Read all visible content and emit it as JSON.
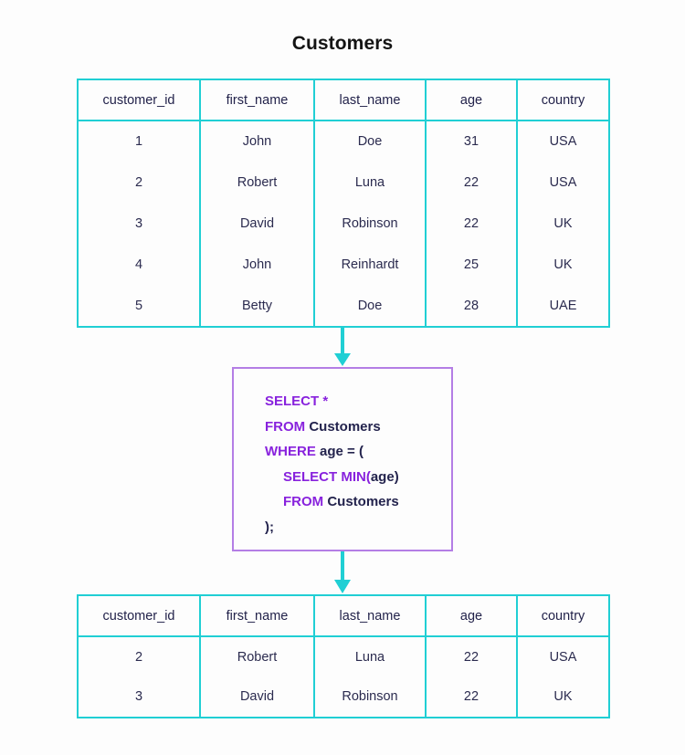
{
  "page": {
    "title": "Customers",
    "background_color": "#fdfdfd",
    "table_border_color": "#20cfd4",
    "code_border_color": "#b47ee5",
    "keyword_color": "#8822dd",
    "identifier_color": "#23234d",
    "arrow_color": "#20cfd4"
  },
  "source_table": {
    "name": "Customers",
    "columns": [
      "customer_id",
      "first_name",
      "last_name",
      "age",
      "country"
    ],
    "rows": [
      [
        "1",
        "John",
        "Doe",
        "31",
        "USA"
      ],
      [
        "2",
        "Robert",
        "Luna",
        "22",
        "USA"
      ],
      [
        "3",
        "David",
        "Robinson",
        "22",
        "UK"
      ],
      [
        "4",
        "John",
        "Reinhardt",
        "25",
        "UK"
      ],
      [
        "5",
        "Betty",
        "Doe",
        "28",
        "UAE"
      ]
    ]
  },
  "query": {
    "lines": [
      {
        "indent": false,
        "parts": [
          {
            "t": "SELECT *",
            "k": true
          }
        ]
      },
      {
        "indent": false,
        "parts": [
          {
            "t": "FROM ",
            "k": true
          },
          {
            "t": "Customers",
            "k": false
          }
        ]
      },
      {
        "indent": false,
        "parts": [
          {
            "t": "WHERE ",
            "k": true
          },
          {
            "t": "age = (",
            "k": false
          }
        ]
      },
      {
        "indent": true,
        "parts": [
          {
            "t": "SELECT MIN(",
            "k": true
          },
          {
            "t": "age)",
            "k": false
          }
        ]
      },
      {
        "indent": true,
        "parts": [
          {
            "t": "FROM ",
            "k": true
          },
          {
            "t": "Customers",
            "k": false
          }
        ]
      },
      {
        "indent": false,
        "parts": [
          {
            "t": ");",
            "k": false
          }
        ]
      }
    ],
    "text": "SELECT *\nFROM Customers\nWHERE age = (\n    SELECT MIN(age)\n    FROM Customers\n);"
  },
  "result_table": {
    "columns": [
      "customer_id",
      "first_name",
      "last_name",
      "age",
      "country"
    ],
    "rows": [
      [
        "2",
        "Robert",
        "Luna",
        "22",
        "USA"
      ],
      [
        "3",
        "David",
        "Robinson",
        "22",
        "UK"
      ]
    ]
  },
  "arrows": [
    {
      "name": "arrow-table-to-query",
      "direction": "down"
    },
    {
      "name": "arrow-query-to-result",
      "direction": "down"
    }
  ]
}
